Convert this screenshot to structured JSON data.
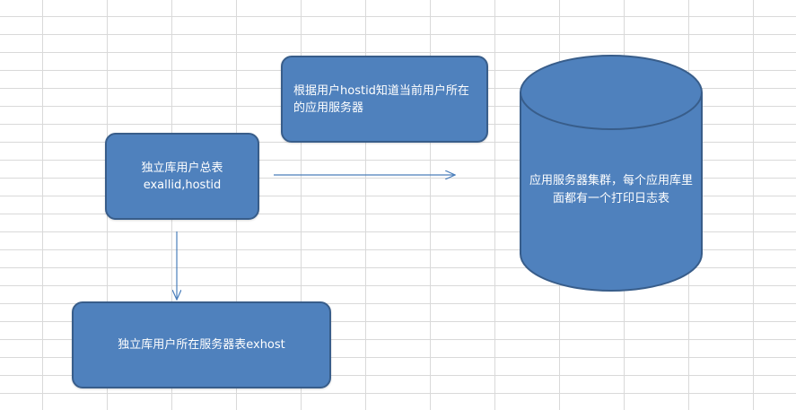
{
  "boxes": {
    "main_line1": "独立库用户总表",
    "main_line2": "exallid,hostid",
    "note": "根据用户hostid知道当前用户所在的应用服务器",
    "bottom": "独立库用户所在服务器表exhost"
  },
  "cylinder": {
    "label": "应用服务器集群，每个应用库里面都有一个打印日志表"
  },
  "colors": {
    "fill": "#4f81bd",
    "border": "#385d8a",
    "arrow": "#4a7ebb"
  }
}
